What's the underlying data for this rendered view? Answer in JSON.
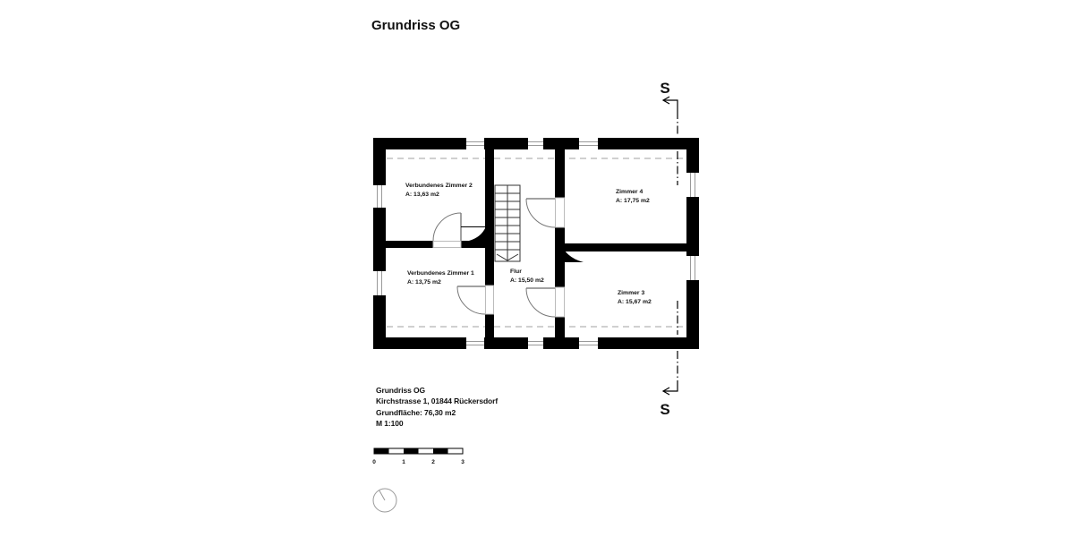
{
  "title": "Grundriss OG",
  "plan": {
    "rooms": [
      {
        "name": "Verbundenes Zimmer 2",
        "area": "A: 13,63 m2"
      },
      {
        "name": "Verbundenes Zimmer 1",
        "area": "A: 13,75 m2"
      },
      {
        "name": "Flur",
        "area": "A: 15,50 m2"
      },
      {
        "name": "Zimmer 4",
        "area": "A: 17,75 m2"
      },
      {
        "name": "Zimmer 3",
        "area": "A: 15,67 m2"
      }
    ],
    "section_marker_top": "S",
    "section_marker_bottom": "S"
  },
  "footer": {
    "lines": [
      "Grundriss OG",
      "Kirchstrasse 1, 01844 Rückersdorf",
      "Grundfläche: 76,30 m2",
      "M 1:100"
    ]
  },
  "scale_bar": {
    "labels": [
      "0",
      "1",
      "2",
      "3"
    ]
  },
  "colors": {
    "walls": "#000000",
    "background": "#ffffff",
    "annotation_dashed": "#b3b3b3",
    "door_arc": "#777777",
    "north_symbol": "#999999"
  }
}
